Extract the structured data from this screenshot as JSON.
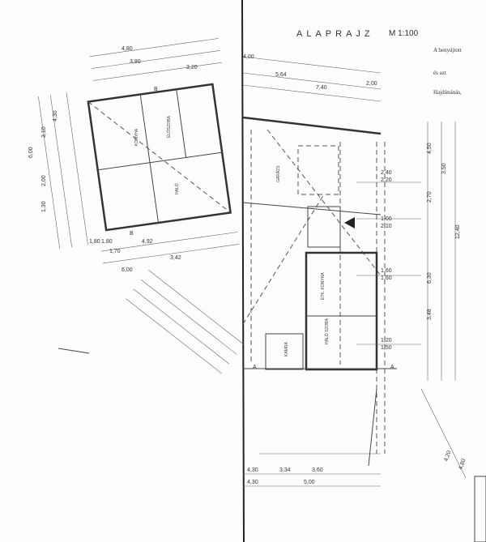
{
  "title": "ALAPRAJZ",
  "scale": "M 1:100",
  "notes": [
    "A benyújtott",
    "és azt",
    "Hajdúnánás,"
  ],
  "rooms": [
    "ÉTK. KONYHA",
    "HÁLÓ SZOBA",
    "KAMRA",
    "GARÁZS",
    "HÁLÓ",
    "KONYHA",
    "ELŐSZOBA"
  ],
  "section_marks": [
    "A",
    "A",
    "B",
    "B"
  ],
  "dimensions": {
    "top": [
      "4,00",
      "5,64",
      "7,40",
      "2,00",
      "3,80",
      "3,20",
      "4,80",
      "1,80"
    ],
    "right": [
      "4,50",
      "3,50",
      "2,70",
      "6,30",
      "3,48",
      "12,40",
      "2,40",
      "2,20",
      "1,00",
      "2,10",
      "1,60",
      "1,60",
      "1,20",
      "1,50"
    ],
    "bottom": [
      "4,30",
      "3,34",
      "3,60",
      "4,30",
      "5,00",
      "4,20",
      "4,80"
    ],
    "left": [
      "6,00",
      "3,10",
      "2,00",
      "1,30",
      "4,30",
      "1,80",
      "1,70",
      "4,92",
      "3,42",
      "6,00"
    ]
  }
}
